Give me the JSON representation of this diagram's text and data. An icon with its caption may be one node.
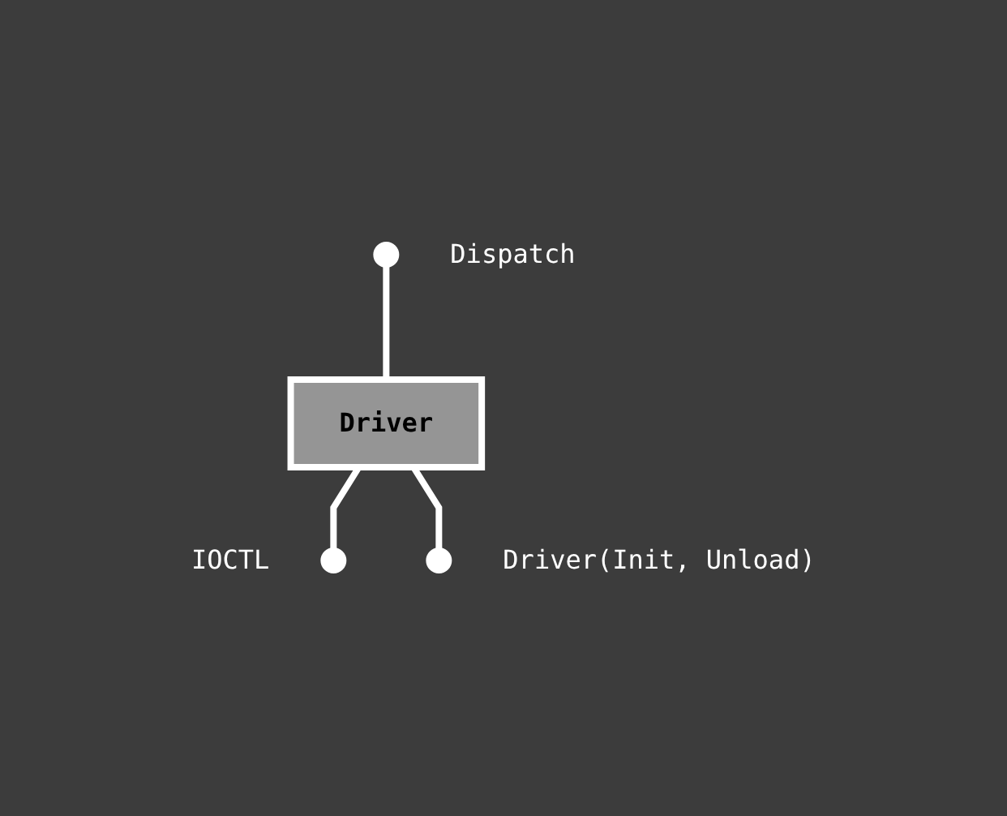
{
  "diagram": {
    "nodes": [
      {
        "text": [
          "Driver"
        ]
      },
      {
        "text": [],
        "shape": "circle",
        "beside": [
          "Dispatch"
        ]
      },
      {
        "text": [],
        "shape": "circle",
        "beside": [
          "IOCTL"
        ]
      },
      {
        "text": [],
        "shape": "circle",
        "beside": [
          "Driver(Init, Unload)"
        ]
      }
    ],
    "edges": [
      {
        "from": 1,
        "to": 0,
        "arrow": "none"
      },
      {
        "from": 0,
        "to": 2,
        "arrow": "none"
      },
      {
        "from": 0,
        "to": 3,
        "arrow": "none"
      }
    ]
  }
}
